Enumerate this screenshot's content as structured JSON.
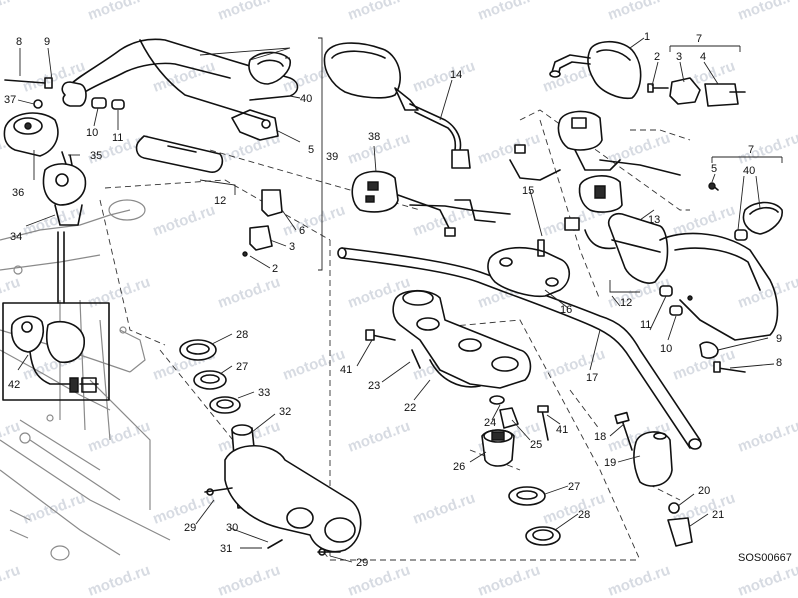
{
  "watermark": "motod.ru",
  "drawing_code": "SOS00667",
  "callouts": [
    "1",
    "2",
    "3",
    "4",
    "5",
    "6",
    "7",
    "8",
    "9",
    "10",
    "11",
    "12",
    "13",
    "14",
    "15",
    "16",
    "17",
    "18",
    "19",
    "20",
    "21",
    "22",
    "23",
    "24",
    "25",
    "26",
    "27",
    "28",
    "29",
    "30",
    "31",
    "32",
    "33",
    "34",
    "35",
    "36",
    "37",
    "38",
    "39",
    "40",
    "41",
    "42"
  ]
}
